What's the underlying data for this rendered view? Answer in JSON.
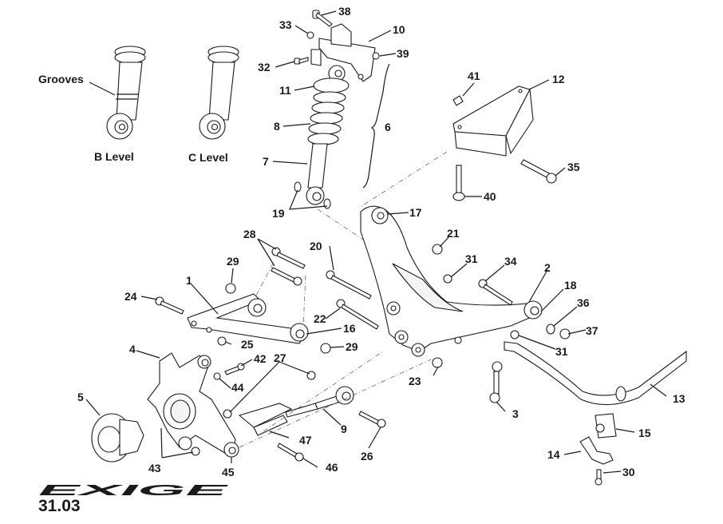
{
  "figure": {
    "brand_logo_text": "EXIGE",
    "page_number": "31.03",
    "text_labels": {
      "grooves": "Grooves",
      "b_level": "B Level",
      "c_level": "C Level"
    },
    "callouts": {
      "c1": "1",
      "c2": "2",
      "c3": "3",
      "c4": "4",
      "c5": "5",
      "c6": "6",
      "c7": "7",
      "c8": "8",
      "c9": "9",
      "c10": "10",
      "c11": "11",
      "c12": "12",
      "c13": "13",
      "c14": "14",
      "c15": "15",
      "c16": "16",
      "c17": "17",
      "c18": "18",
      "c19": "19",
      "c20": "20",
      "c21": "21",
      "c22": "22",
      "c23": "23",
      "c24": "24",
      "c25": "25",
      "c26": "26",
      "c27": "27",
      "c28": "28",
      "c29a": "29",
      "c29b": "29",
      "c30": "30",
      "c31a": "31",
      "c31b": "31",
      "c32": "32",
      "c33": "33",
      "c34": "34",
      "c35": "35",
      "c36": "36",
      "c37": "37",
      "c38": "38",
      "c39": "39",
      "c40": "40",
      "c41": "41",
      "c42": "42",
      "c43": "43",
      "c44": "44",
      "c45": "45",
      "c46": "46",
      "c47": "47"
    }
  }
}
